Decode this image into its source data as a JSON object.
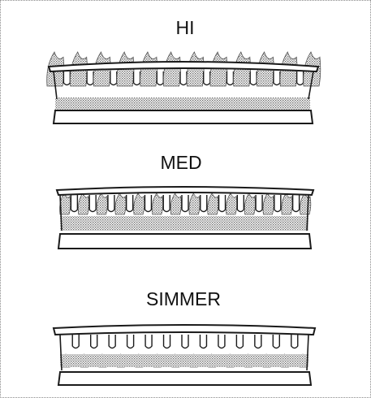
{
  "labels": {
    "hi": "HI",
    "med": "MED",
    "simmer": "SIMMER"
  },
  "colors": {
    "outline": "#1a1a1a",
    "flame_fill": "#9a9a9a",
    "background": "#ffffff"
  },
  "icons": {
    "burner": "burner-icon",
    "flame": "flame-icon"
  }
}
